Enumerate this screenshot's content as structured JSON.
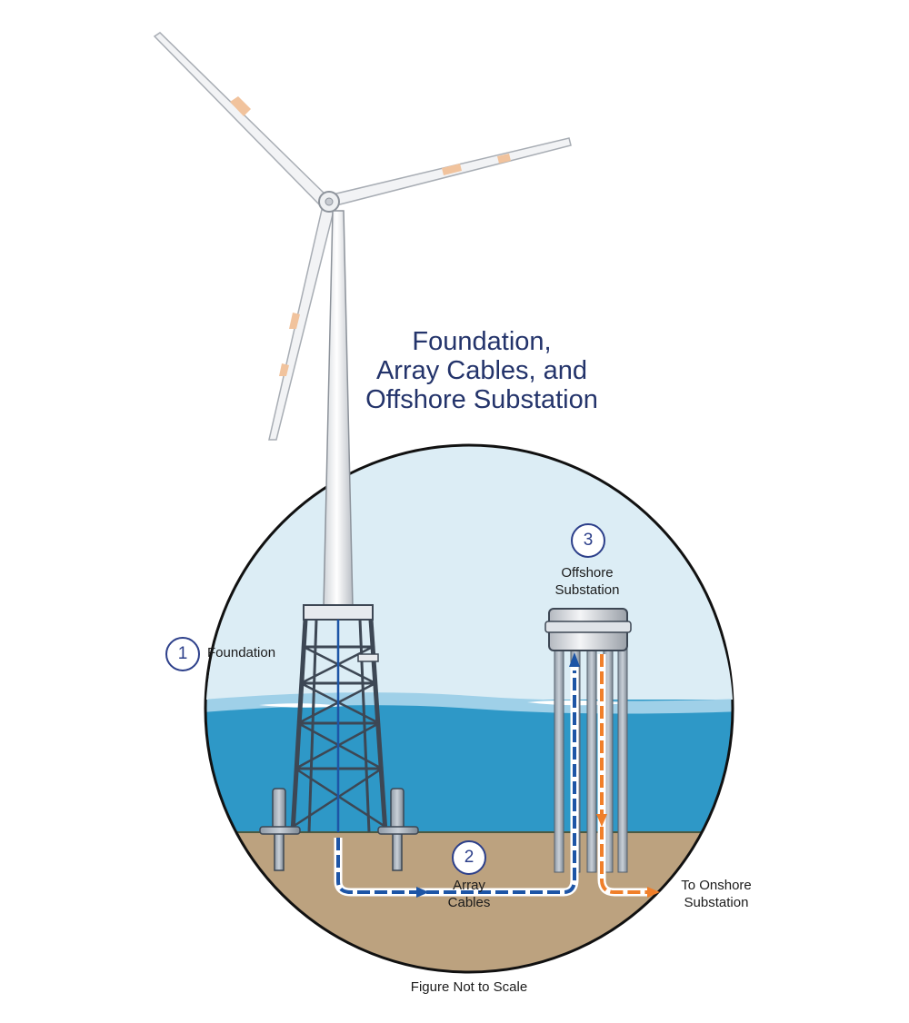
{
  "title": {
    "line1": "Foundation,",
    "line2": "Array Cables, and",
    "line3": "Offshore Substation"
  },
  "callouts": {
    "foundation": {
      "number": "1",
      "label": "Foundation"
    },
    "array_cables": {
      "number": "2",
      "label_line1": "Array",
      "label_line2": "Cables"
    },
    "substation": {
      "number": "3",
      "label_line1": "Offshore",
      "label_line2": "Substation"
    }
  },
  "onshore": {
    "line1": "To Onshore",
    "line2": "Substation"
  },
  "footer": {
    "note": "Figure Not to Scale"
  },
  "colors": {
    "sky": "#dcedf5",
    "water": "#2e98c7",
    "water_surface": "#9fd0e8",
    "seabed": "#bca27f",
    "array_cable": "#1d55a6",
    "export_cable": "#f07f2a",
    "title": "#24346b",
    "badge": "#2c3f8a"
  }
}
